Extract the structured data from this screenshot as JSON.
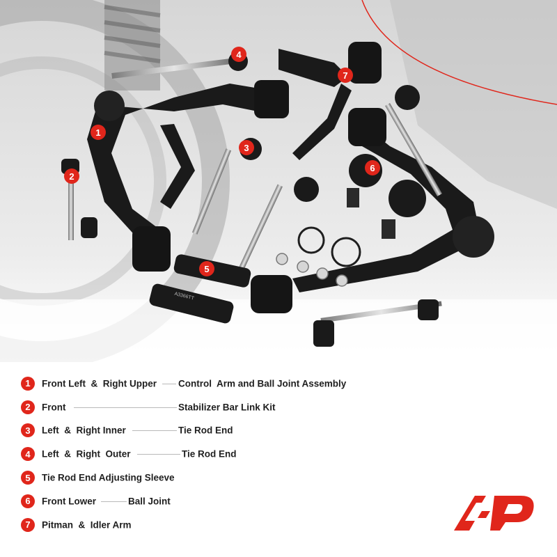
{
  "legend": [
    {
      "num": "1",
      "left": "Front Left  &  Right Upper",
      "right": "Control  Arm and Ball Joint Assembly"
    },
    {
      "num": "2",
      "left": "Front",
      "right": "Stabilizer Bar Link Kit"
    },
    {
      "num": "3",
      "left": "Left  &  Right Inner",
      "right": "Tie Rod End"
    },
    {
      "num": "4",
      "left": "Left  &  Right  Outer",
      "right": "Tie Rod End"
    },
    {
      "num": "5",
      "left": "Tie Rod End Adjusting Sleeve",
      "right": ""
    },
    {
      "num": "6",
      "left": "Front Lower",
      "right": "Ball Joint"
    },
    {
      "num": "7",
      "left": "Pitman  &  Idler Arm",
      "right": ""
    }
  ],
  "badges": [
    "1",
    "2",
    "3",
    "4",
    "5",
    "6",
    "7"
  ],
  "sleeve_marking": "A3366TT",
  "colors": {
    "accent": "#e0261b",
    "text": "#1f1f1f",
    "leader": "#b9b9b9"
  },
  "logo": {
    "icon": "a-premium-logo-icon"
  }
}
